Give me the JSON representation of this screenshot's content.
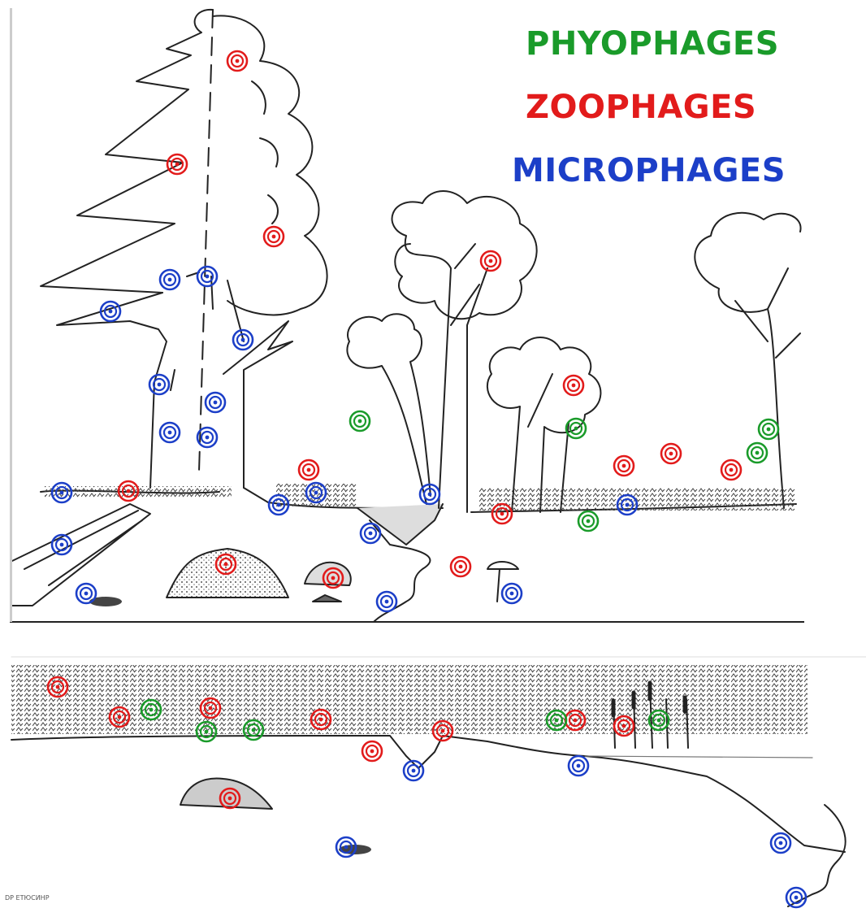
{
  "legend": [
    {
      "label": "PHYOPHAGES",
      "color": "#1a9b2a",
      "category": "phyophages"
    },
    {
      "label": "ZOOPHAGES",
      "color": "#e21b1b",
      "category": "zoophages"
    },
    {
      "label": "MICROPHAGES",
      "color": "#1c3fc8",
      "category": "microphages"
    }
  ],
  "credit": "DP ЕТЮСИНР",
  "icons": {
    "marker": "concentric-circle-marker-icon"
  }
}
